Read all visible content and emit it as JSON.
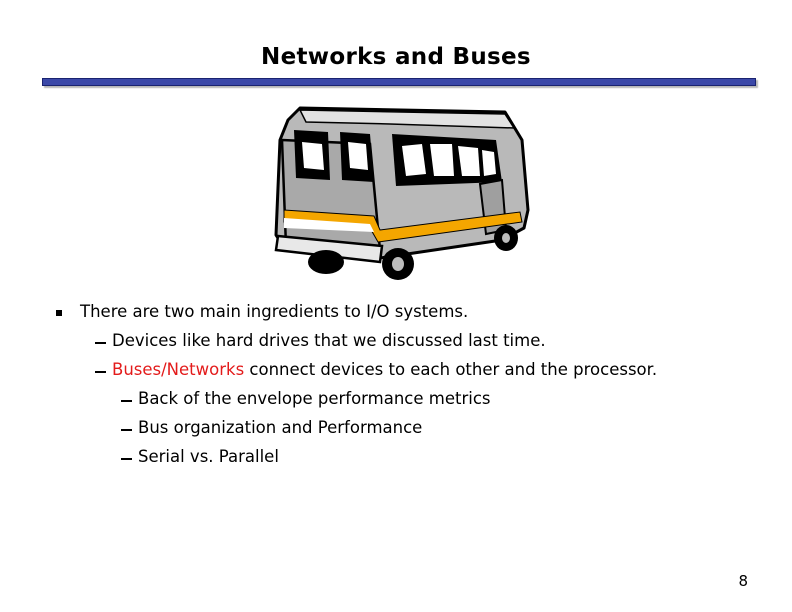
{
  "slide": {
    "title": "Networks and Buses",
    "page_number": "8"
  },
  "bullets": {
    "b1": "There are two main ingredients to I/O systems.",
    "b1_1": "Devices like hard drives that we discussed last time.",
    "b1_2_highlight": "Buses/Networks",
    "b1_2_rest": " connect devices to each other and the processor.",
    "b1_2_1": "Back of the envelope performance metrics",
    "b1_2_2": "Bus organization and Performance",
    "b1_2_3": "Serial vs. Parallel"
  },
  "colors": {
    "title_rule": "#3b48a8",
    "highlight": "#e31b1b",
    "bus_stripe": "#f4a600"
  },
  "icons": {
    "clipart": "bus-icon",
    "bullet": "square-bullet-icon"
  }
}
